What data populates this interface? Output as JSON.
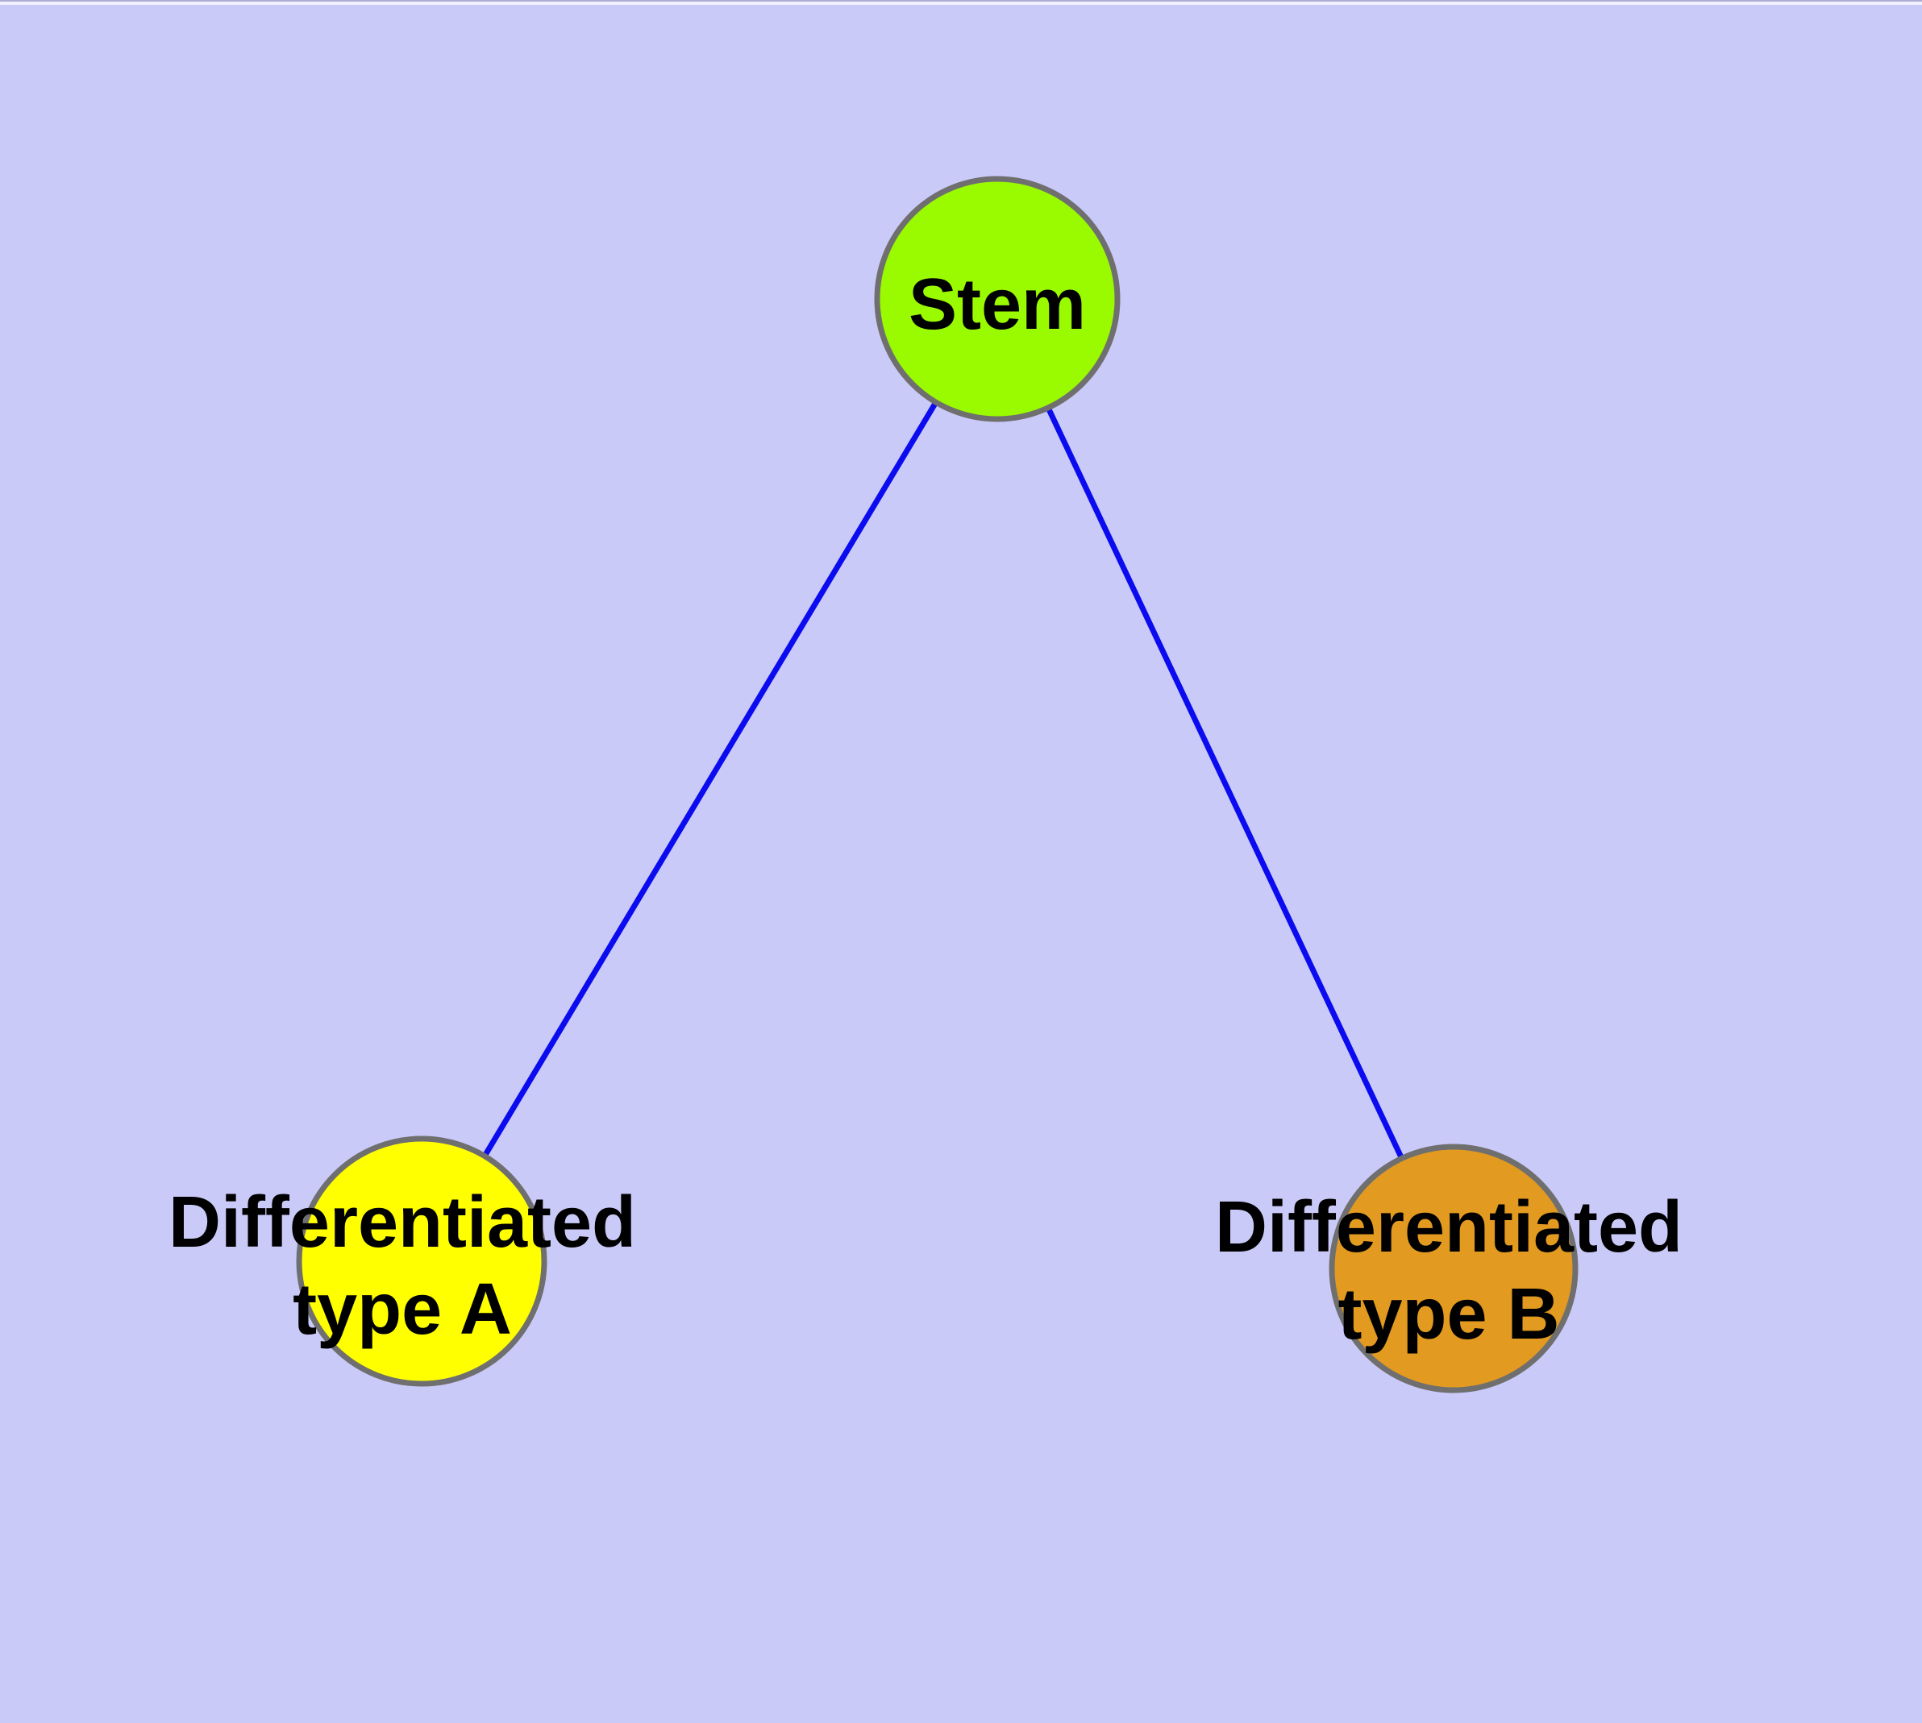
{
  "styles": {
    "background": "#CACAF8",
    "node_border_color": "#6F6F6F",
    "edge_color": "#0B0BEF",
    "label_color": "#000000"
  },
  "nodes": {
    "stem": {
      "label": "Stem",
      "fill": "#9AFA00"
    },
    "type_a": {
      "label_line1": "Differentiated",
      "label_line2": "type A",
      "fill": "#FFFF00"
    },
    "type_b": {
      "label_line1": "Differentiated",
      "label_line2": "type B",
      "fill": "#E29A20"
    }
  },
  "edges": [
    {
      "from": "Stem",
      "to": "Differentiated type A"
    },
    {
      "from": "Stem",
      "to": "Differentiated type B"
    }
  ]
}
